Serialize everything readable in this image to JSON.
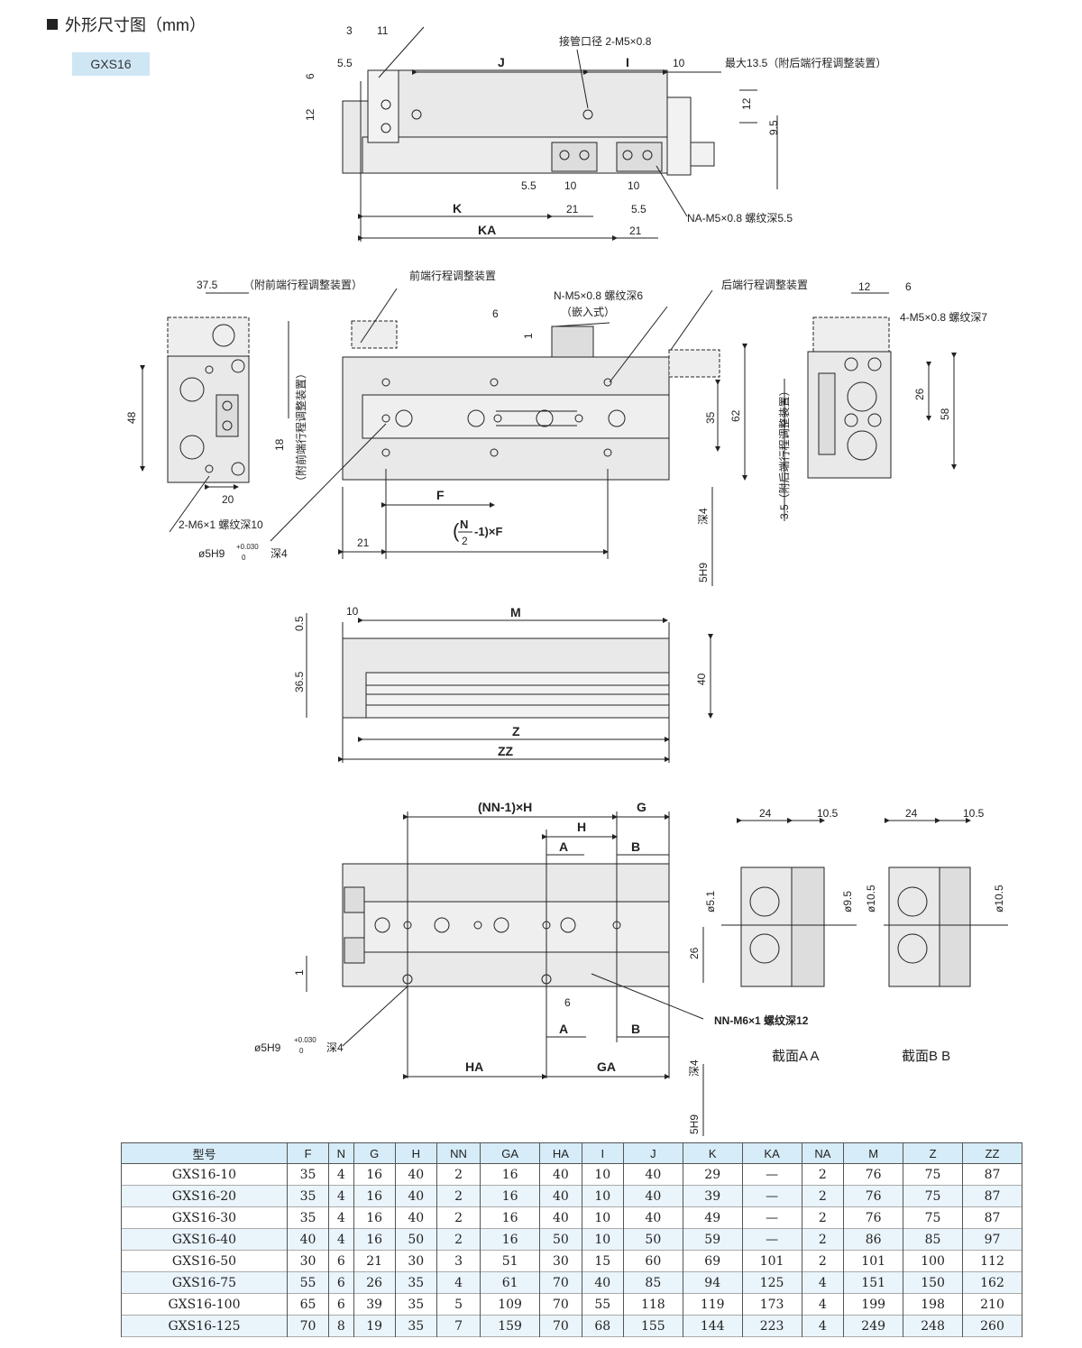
{
  "header": {
    "title": "外形尺寸图（mm）"
  },
  "model_tag": "GXS16",
  "view1": {
    "dims": [
      "3",
      "11",
      "5.5",
      "6",
      "12",
      "J",
      "I",
      "10",
      "12",
      "9.5",
      "5.5",
      "10",
      "10",
      "5.5",
      "K",
      "21",
      "KA",
      "21"
    ],
    "notes": {
      "port": "接管口径 2-M5×0.8",
      "max": "最大13.5（附后端行程调整装置）",
      "na": "NA-M5×0.8 螺纹深5.5"
    }
  },
  "view2": {
    "dims": [
      "37.5",
      "48",
      "20",
      "6",
      "1",
      "35",
      "62",
      "F",
      "21",
      "12",
      "6",
      "26",
      "58",
      "18"
    ],
    "notes": {
      "front_adj_with": "（附前端行程调整装置）",
      "front_adj": "前端行程调整装置",
      "n_tap": "N-M5×0.8 螺纹深6",
      "insert": "（嵌入式）",
      "rear_adj": "后端行程调整装置",
      "m5_4": "4-M5×0.8 螺纹深7",
      "m6": "2-M6×1 螺纹深10",
      "pin": "ø5H9",
      "pin_tol": "+0.030",
      "pin_tol0": "0",
      "pin_depth": "深4",
      "nf": "-1)×F",
      "n_num": "N",
      "n_den": "2",
      "vert_front": "（附前端行程调整装置）",
      "vert_rear": "3.5（附后端行程调整装置）",
      "slot": "5H9",
      "slot_depth": "深4"
    }
  },
  "view3": {
    "dims": [
      "0.5",
      "10",
      "M",
      "36.5",
      "40",
      "Z",
      "ZZ"
    ]
  },
  "view4": {
    "dims": [
      "(NN-1)×H",
      "G",
      "H",
      "A",
      "B",
      "1",
      "26",
      "6",
      "A",
      "B",
      "HA",
      "GA",
      "24",
      "10.5",
      "ø5.1",
      "ø9.5",
      "ø10.5",
      "24",
      "10.5",
      "ø10.5"
    ],
    "notes": {
      "nn": "NN-M6×1 螺纹深12",
      "pin": "ø5H9",
      "pin_tol": "+0.030",
      "pin_tol0": "0",
      "pin_depth": "深4",
      "slot": "5H9",
      "slot_depth": "深4",
      "sec_aa": "截面A A",
      "sec_bb": "截面B B"
    }
  },
  "table": {
    "headers": [
      "型号",
      "F",
      "N",
      "G",
      "H",
      "NN",
      "GA",
      "HA",
      "I",
      "J",
      "K",
      "KA",
      "NA",
      "M",
      "Z",
      "ZZ"
    ],
    "rows": [
      [
        "GXS16-10",
        "35",
        "4",
        "16",
        "40",
        "2",
        "16",
        "40",
        "10",
        "40",
        "29",
        "—",
        "2",
        "76",
        "75",
        "87"
      ],
      [
        "GXS16-20",
        "35",
        "4",
        "16",
        "40",
        "2",
        "16",
        "40",
        "10",
        "40",
        "39",
        "—",
        "2",
        "76",
        "75",
        "87"
      ],
      [
        "GXS16-30",
        "35",
        "4",
        "16",
        "40",
        "2",
        "16",
        "40",
        "10",
        "40",
        "49",
        "—",
        "2",
        "76",
        "75",
        "87"
      ],
      [
        "GXS16-40",
        "40",
        "4",
        "16",
        "50",
        "2",
        "16",
        "50",
        "10",
        "50",
        "59",
        "—",
        "2",
        "86",
        "85",
        "97"
      ],
      [
        "GXS16-50",
        "30",
        "6",
        "21",
        "30",
        "3",
        "51",
        "30",
        "15",
        "60",
        "69",
        "101",
        "2",
        "101",
        "100",
        "112"
      ],
      [
        "GXS16-75",
        "55",
        "6",
        "26",
        "35",
        "4",
        "61",
        "70",
        "40",
        "85",
        "94",
        "125",
        "4",
        "151",
        "150",
        "162"
      ],
      [
        "GXS16-100",
        "65",
        "6",
        "39",
        "35",
        "5",
        "109",
        "70",
        "55",
        "118",
        "119",
        "173",
        "4",
        "199",
        "198",
        "210"
      ],
      [
        "GXS16-125",
        "70",
        "8",
        "19",
        "35",
        "7",
        "159",
        "70",
        "68",
        "155",
        "144",
        "223",
        "4",
        "249",
        "248",
        "260"
      ]
    ]
  }
}
